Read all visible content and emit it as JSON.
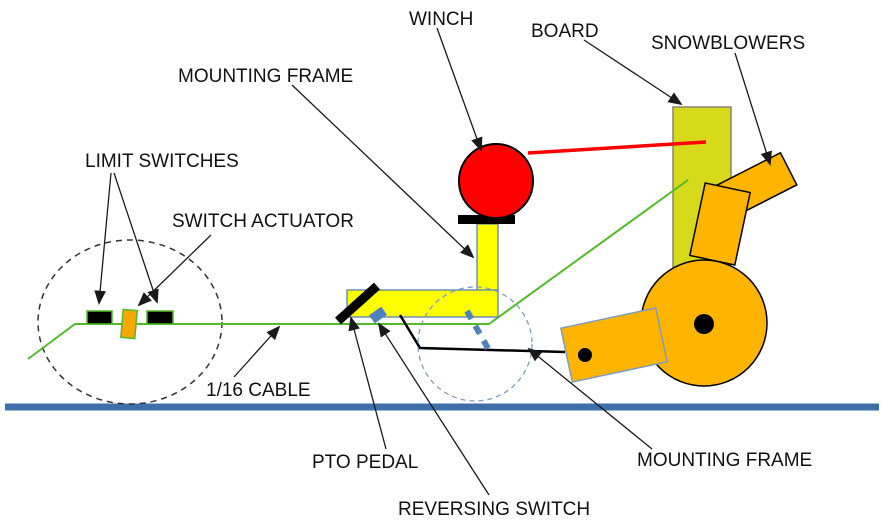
{
  "diagram": {
    "title_context": "Snowblower winch / PTO linkage schematic",
    "labels": {
      "winch": "WINCH",
      "mounting_frame_top": "MOUNTING FRAME",
      "board": "BOARD",
      "snowblowers": "SNOWBLOWERS",
      "limit_switches": "LIMIT SWITCHES",
      "switch_actuator": "SWITCH ACTUATOR",
      "cable": "1/16 CABLE",
      "pto_pedal": "PTO PEDAL",
      "reversing_switch": "REVERSING SWITCH",
      "mounting_frame_bottom": "MOUNTING FRAME"
    },
    "colors": {
      "winch_red": "#ff0000",
      "red_line": "#ff0000",
      "frame_yellow": "#ffff00",
      "frame_border_blue": "#5b7fb5",
      "board_yellow_green": "#d6da1a",
      "board_border": "#85856e",
      "snowblower_orange": "#ffb400",
      "actuator_orange": "#f5a800",
      "cable_green": "#53bb2a",
      "ground_blue": "#3e6fa8",
      "switch_blue": "#4f81bd",
      "dashed_wheel_blue": "#7d9cc0",
      "dashed_wheel_black": "#333333",
      "ink_black": "#000000",
      "arrow_black": "#1a1a1a"
    }
  }
}
